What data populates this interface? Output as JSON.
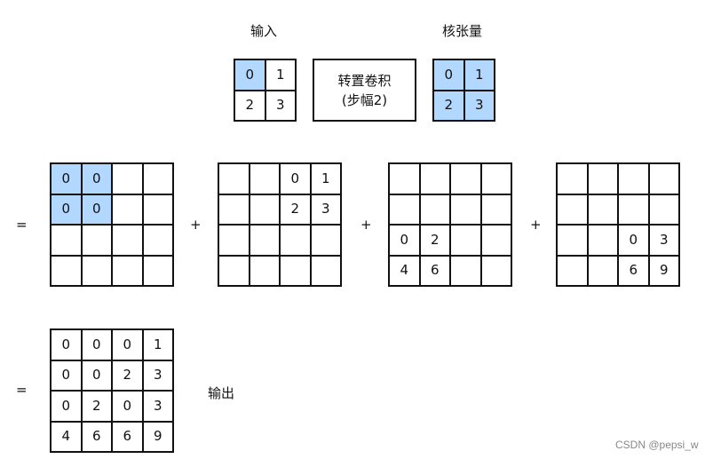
{
  "labels": {
    "input": "输入",
    "kernel": "核张量",
    "output": "输出"
  },
  "op_box": {
    "line1": "转置卷积",
    "line2": "(步幅2)"
  },
  "symbols": {
    "equals": "=",
    "plus": "+"
  },
  "colors": {
    "highlight": "#b3d8ff",
    "grid_line": "#111111"
  },
  "input_matrix": {
    "cells": [
      [
        "0",
        "1"
      ],
      [
        "2",
        "3"
      ]
    ],
    "highlight": [
      [
        true,
        false
      ],
      [
        false,
        false
      ]
    ]
  },
  "kernel_matrix": {
    "cells": [
      [
        "0",
        "1"
      ],
      [
        "2",
        "3"
      ]
    ],
    "highlight": [
      [
        true,
        true
      ],
      [
        true,
        true
      ]
    ]
  },
  "partials": [
    {
      "cells": [
        [
          "0",
          "0",
          "",
          ""
        ],
        [
          "0",
          "0",
          "",
          ""
        ],
        [
          "",
          "",
          "",
          ""
        ],
        [
          "",
          "",
          "",
          ""
        ]
      ],
      "highlight": [
        [
          true,
          true,
          false,
          false
        ],
        [
          true,
          true,
          false,
          false
        ],
        [
          false,
          false,
          false,
          false
        ],
        [
          false,
          false,
          false,
          false
        ]
      ]
    },
    {
      "cells": [
        [
          "",
          "",
          "0",
          "1"
        ],
        [
          "",
          "",
          "2",
          "3"
        ],
        [
          "",
          "",
          "",
          ""
        ],
        [
          "",
          "",
          "",
          ""
        ]
      ],
      "highlight": [
        [
          false,
          false,
          false,
          false
        ],
        [
          false,
          false,
          false,
          false
        ],
        [
          false,
          false,
          false,
          false
        ],
        [
          false,
          false,
          false,
          false
        ]
      ]
    },
    {
      "cells": [
        [
          "",
          "",
          "",
          ""
        ],
        [
          "",
          "",
          "",
          ""
        ],
        [
          "0",
          "2",
          "",
          ""
        ],
        [
          "4",
          "6",
          "",
          ""
        ]
      ],
      "highlight": [
        [
          false,
          false,
          false,
          false
        ],
        [
          false,
          false,
          false,
          false
        ],
        [
          false,
          false,
          false,
          false
        ],
        [
          false,
          false,
          false,
          false
        ]
      ]
    },
    {
      "cells": [
        [
          "",
          "",
          "",
          ""
        ],
        [
          "",
          "",
          "",
          ""
        ],
        [
          "",
          "",
          "0",
          "3"
        ],
        [
          "",
          "",
          "6",
          "9"
        ]
      ],
      "highlight": [
        [
          false,
          false,
          false,
          false
        ],
        [
          false,
          false,
          false,
          false
        ],
        [
          false,
          false,
          false,
          false
        ],
        [
          false,
          false,
          false,
          false
        ]
      ]
    }
  ],
  "output_matrix": {
    "cells": [
      [
        "0",
        "0",
        "0",
        "1"
      ],
      [
        "0",
        "0",
        "2",
        "3"
      ],
      [
        "0",
        "2",
        "0",
        "3"
      ],
      [
        "4",
        "6",
        "6",
        "9"
      ]
    ],
    "highlight": [
      [
        false,
        false,
        false,
        false
      ],
      [
        false,
        false,
        false,
        false
      ],
      [
        false,
        false,
        false,
        false
      ],
      [
        false,
        false,
        false,
        false
      ]
    ]
  },
  "watermark": "CSDN @pepsi_w"
}
